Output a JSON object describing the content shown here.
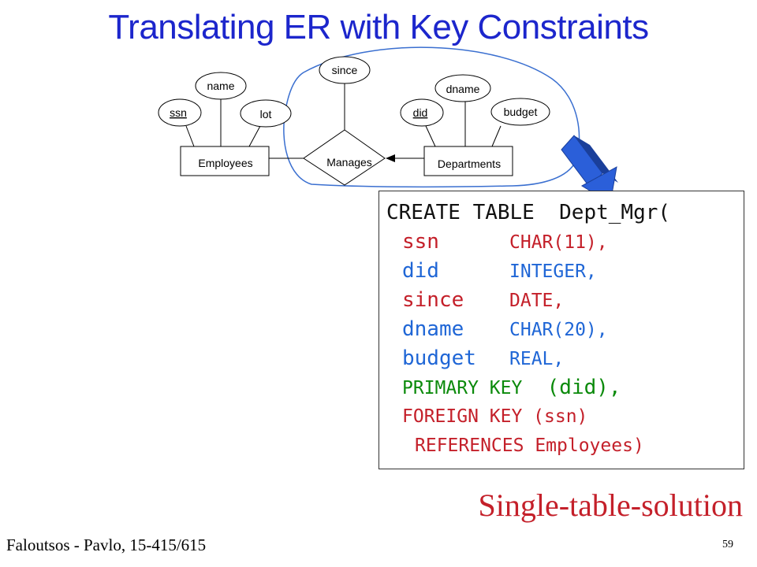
{
  "slide": {
    "title": "Translating ER with Key Constraints",
    "caption": "Single-table-solution",
    "footer": "Faloutsos - Pavlo, 15-415/615",
    "page_number": "59"
  },
  "diagram": {
    "entities": {
      "employees": "Employees",
      "departments": "Departments"
    },
    "relationship": "Manages",
    "attributes": {
      "ssn": "ssn",
      "name": "name",
      "lot": "lot",
      "since": "since",
      "did": "did",
      "dname": "dname",
      "budget": "budget"
    }
  },
  "sql": {
    "line1": "CREATE TABLE  Dept_Mgr(",
    "fields": [
      {
        "name": "ssn",
        "type": "CHAR(11),",
        "color": "#c4202a"
      },
      {
        "name": "did",
        "type": "INTEGER,",
        "color": "#1f66d6"
      },
      {
        "name": "since",
        "type": "DATE,",
        "color": "#c4202a"
      },
      {
        "name": "dname",
        "type": "CHAR(20),",
        "color": "#1f66d6"
      },
      {
        "name": "budget",
        "type": "REAL,",
        "color": "#1f66d6"
      }
    ],
    "primary_key": "PRIMARY KEY",
    "primary_key_cols": "(did),",
    "foreign_key": "FOREIGN KEY (ssn)",
    "references": "REFERENCES Employees)"
  },
  "colors": {
    "title": "#1c26cc",
    "red": "#c4202a",
    "blue": "#1f66d6",
    "green": "#0b8a0b",
    "arrow": "#2b5fd9"
  }
}
